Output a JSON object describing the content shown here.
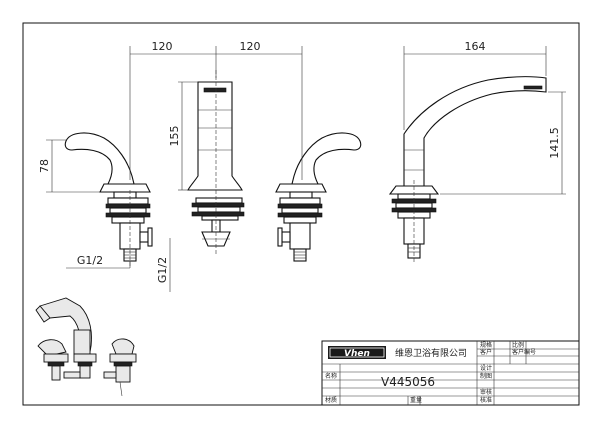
{
  "dimensions": {
    "handle_width_left": "120",
    "handle_width_right": "120",
    "spout_reach": "164",
    "handle_height": "78",
    "body_height": "155",
    "spout_height": "141.5",
    "thread_size_1": "G1/2",
    "thread_size_2": "G1/2"
  },
  "title_block": {
    "brand": "Vhen",
    "company": "维恩卫浴有限公司",
    "model": "V445056",
    "fields": {
      "spec": "规格",
      "scale": "比例",
      "customer": "客户",
      "customer_code": "客户编号",
      "design": "设计",
      "drawing": "制图",
      "name": "名称",
      "review": "审核",
      "material": "材质",
      "weight": "重量",
      "approve": "核准"
    }
  },
  "colors": {
    "line": "#111111",
    "render_fill": "#d9d9d9",
    "brand_box": "#1a1a1a"
  }
}
